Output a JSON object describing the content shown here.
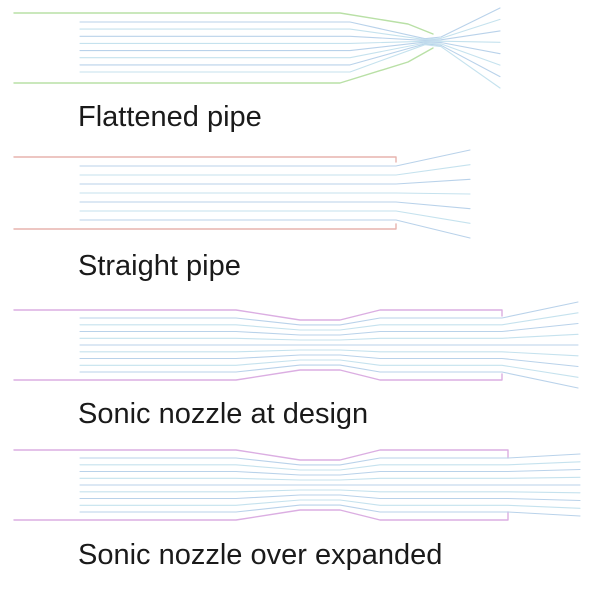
{
  "colors": {
    "wall_flattened": "#b9e0a6",
    "wall_straight": "#e7b3ad",
    "wall_nozzle": "#dbaee2",
    "streamline": "#b9d2ea",
    "streamline_alt": "#c5e2ee"
  },
  "panels": [
    {
      "kind": "flattened",
      "caption": "Flattened pipe"
    },
    {
      "kind": "straight",
      "caption": "Straight pipe"
    },
    {
      "kind": "nozzle_design",
      "caption": "Sonic nozzle at design"
    },
    {
      "kind": "nozzle_over",
      "caption": "Sonic nozzle over expanded"
    }
  ]
}
